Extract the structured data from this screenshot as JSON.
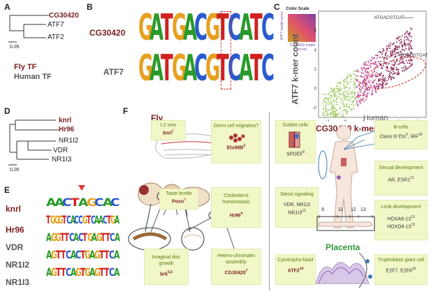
{
  "panels": {
    "A": "A",
    "B": "B",
    "C": "C",
    "D": "D",
    "E": "E",
    "F": "F"
  },
  "panelA": {
    "leaves": [
      "CG30420",
      "ATF7",
      "ATF2"
    ],
    "scale": "0.05",
    "legend_fly": "Fly TF",
    "legend_human": "Human TF"
  },
  "panelB": {
    "row1": "CG30420",
    "row2": "ATF7",
    "motif": "GATGACGTCATC"
  },
  "panelC": {
    "color_scale_title": "Color Scale",
    "axis_atf7": "ATF7 model score",
    "axis_cg": "CG30420 model score",
    "xlabel": "CG30420 k-mer count",
    "ylabel": "ATF7 k-mer count",
    "annot_top": "ATGACGTCAT",
    "annot_right": "ATGACGTGAT",
    "xticks": [
      "-2",
      "0",
      "2",
      "4",
      "6",
      "8"
    ],
    "yticks": [
      "-2",
      "0",
      "2",
      "4",
      "6"
    ]
  },
  "panelD": {
    "leaves": [
      "knrl",
      "Hr96",
      "NR1I2",
      "VDR",
      "NR1I3"
    ],
    "scale": "0.05"
  },
  "panelE": {
    "rows": [
      "knrl",
      "Hr96",
      "VDR",
      "NR1I2",
      "NR1I3"
    ]
  },
  "panelF": {
    "fly": "Fly",
    "human": "Human",
    "placenta": "Placenta",
    "l2_title": "L2 vein",
    "l2_gene": "knrl",
    "l2_sup": "1",
    "taste_title": "Taste bristle",
    "taste_gene": "Poxn",
    "taste_sup": "3",
    "boxes": {
      "germ": {
        "title": "Germ cell migration?",
        "gene": "Ets98B",
        "sup": "2"
      },
      "chol": {
        "title": "Cholesterol homeostasis",
        "gene": "Hr96",
        "sup": "4"
      },
      "hetero": {
        "title": "Hetero-chromatin assembly",
        "gene": "CG30420",
        "sup": "7"
      },
      "imag": {
        "title": "Imaginal disc growth",
        "gene": "brk",
        "sup": "5,6"
      },
      "goblet": {
        "title": "Goblet cells",
        "gene": "SPDEF",
        "sup": "8"
      },
      "sterol": {
        "title": "Sterol signaling",
        "gene": "VDR, NR1I2",
        "gene2": "NR1I3",
        "sup": "12"
      },
      "cyto": {
        "title": "Cytotropho-blast",
        "gene": "ATF2",
        "sup": "14"
      },
      "bcell": {
        "title": "B-cells",
        "gene": "Class III Ets",
        "sup": "9",
        "gene2": ", IRF",
        "sup2": "10"
      },
      "sexual": {
        "title": "Sexual development",
        "gene": "AR, ESR1",
        "sup": "11"
      },
      "limb": {
        "title": "Limb development",
        "gene": "HOXA9-13",
        "sup": "13",
        "gene2": "HOXD9-13",
        "sup2": "13"
      },
      "tropho": {
        "title": "Trophoblast giant cell",
        "gene": "E2F7, E2F8",
        "sup": "15"
      }
    },
    "limb_numbers": [
      "9",
      "11",
      "12",
      "13"
    ]
  },
  "colors": {
    "fly": "#7a1f1f",
    "box": "#f2f7c8",
    "boxtitle": "#5a7a10",
    "placenta": "#2e9a3a"
  }
}
